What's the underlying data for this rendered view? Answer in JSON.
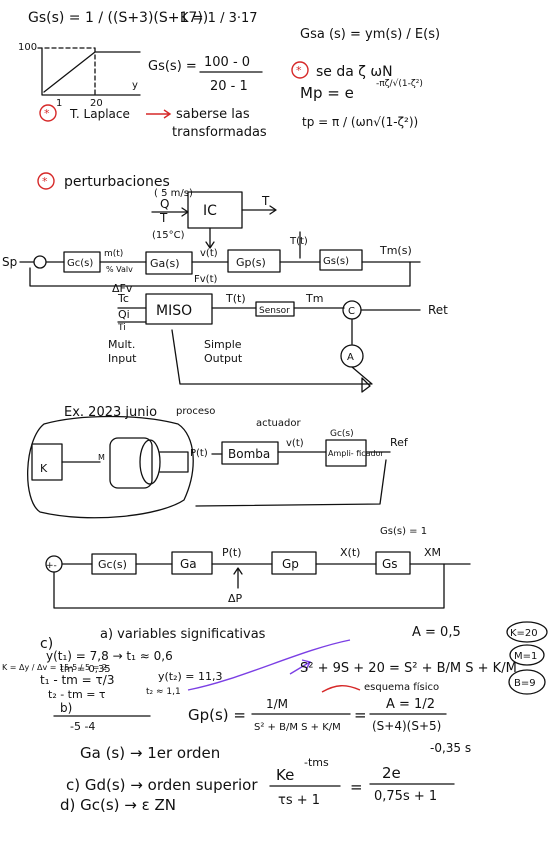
{
  "top": {
    "gs_eq": "Gs(s) = 1 / ((S+3)(S+17))",
    "k_eq": "K = 1 / 3·17",
    "gsa_eq": "Gsa (s) = ym(s) / E(s)",
    "plot_y_tick": "100",
    "plot_x_tick1": "1",
    "plot_x_tick2": "20",
    "plot_x_label": "y",
    "gs2_num": "100 - 0",
    "gs2_den": "20 - 1",
    "gs2_lhs": "Gs(s) =",
    "se_da": "se da ζ ωN",
    "mp_eq": "Mp = e",
    "mp_exp": "-πζ/√(1-ζ²)",
    "tp_eq": "tp = π / (ωn√(1-ζ²))",
    "laplace": "T. Laplace",
    "laplace_tail_1": "saberse las",
    "laplace_tail_2": "transformadas"
  },
  "pert": {
    "heading": "perturbaciones",
    "sp": "Sp",
    "q_label": "Q",
    "t_label": "T",
    "q_value": "( 5 m/s)",
    "t_value": "(15°C)",
    "ic": "IC",
    "ic_out": "T",
    "gc": "Gc(s)",
    "m_t": "m(t)",
    "valv": "% Valv",
    "ga": "Ga(s)",
    "v_t": "v(t)",
    "gp": "Gp(s)",
    "t_t": "T(t)",
    "gs": "Gs(s)",
    "tm": "Tm(s)",
    "fv": "Fv(t)",
    "dfv": "ΔFv",
    "tc": "Tc",
    "qi": "Qi",
    "ti": "Ti",
    "miso": "MISO",
    "tt": "T(t)",
    "tm2": "Tm",
    "sensor": "Sensor",
    "c": "C",
    "ret": "Ret",
    "a": "A",
    "mult_input_1": "Mult.",
    "mult_input_2": "Input",
    "simple_output_1": "Simple",
    "simple_output_2": "Output"
  },
  "exam": {
    "title": "Ex. 2023 junio",
    "proceso": "proceso",
    "actuador": "actuador",
    "k": "K",
    "m": "M",
    "p_t": "P(t)",
    "bomba": "Bomba",
    "v_t": "v(t)",
    "gc": "Gc(s)",
    "amplificador": "Ampli- ficador",
    "ref": "Ref",
    "gs_eq1": "Gs(s) = 1",
    "b_gc": "Gc(s)",
    "b_ga": "Ga",
    "b_pt": "P(t)",
    "b_gp": "Gp",
    "b_xt": "X(t)",
    "b_gs": "Gs",
    "b_xm": "XM",
    "dp": "ΔP"
  },
  "solution": {
    "c_label": "c)",
    "a_label": "a) variables significativas",
    "a_eq": "A = 0,5",
    "k20": "K=20",
    "m1": "M=1",
    "b9": "B=9",
    "yt1": "y(t₁) = 7,8 → t₁ ≈ 0,6",
    "t1_minus_tm": "t₁ - tm = τ/3",
    "tm_val": "tm = 0,35",
    "yt2": "y(t₂) = 11,3",
    "t2_minus_tm": "t₂ - tm = τ",
    "t2_val": "t₂ ≈ 1,1",
    "k_note": "K = Δy / Δv = 15-5 / 5 = 2",
    "b_label": "b)",
    "roots": "-5 -4",
    "charpoly": "S² + 9S + 20 = S² + B/M S + K/M",
    "esquema": "esquema físico",
    "gp_lhs": "Gp(s) =",
    "gp_num": "1/M",
    "gp_den": "S² + B/M S + K/M",
    "gp_eq": "=",
    "gp_result_num": "A = 1/2",
    "gp_result_den": "(S+4)(S+5)",
    "ga_line": "Ga (s) → 1er orden",
    "gd_line": "c) Gd(s) → orden superior",
    "gd_num": "Ke",
    "gd_exp": "-tms",
    "gd_den": "τs + 1",
    "gd_eq": "=",
    "gd_num2": "2e",
    "gd_exp2": "-0,35 s",
    "gd_den2": "0,75s + 1",
    "d_line": "d) Gc(s) → ε ZN"
  }
}
